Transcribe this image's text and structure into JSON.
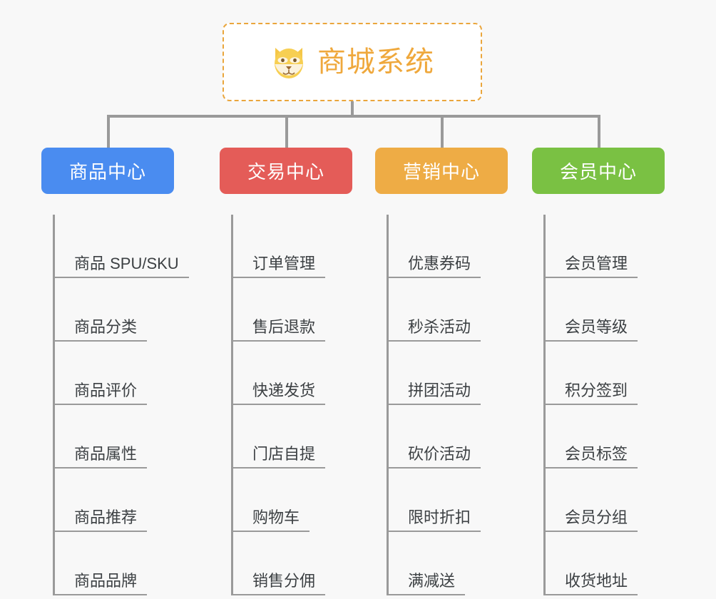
{
  "page": {
    "background_color": "#f8f8f8",
    "line_color": "#9a9a9a",
    "leaf_text_color": "#3c4043"
  },
  "root": {
    "title": "商城系统",
    "icon": "dog-face-emoji",
    "text_color": "#efa83c",
    "border_color": "#eaa63c",
    "background_color": "#ffffff"
  },
  "categories": [
    {
      "label": "商品中心",
      "color": "#4a8cf0",
      "items": [
        "商品 SPU/SKU",
        "商品分类",
        "商品评价",
        "商品属性",
        "商品推荐",
        "商品品牌"
      ]
    },
    {
      "label": "交易中心",
      "color": "#e45c58",
      "items": [
        "订单管理",
        "售后退款",
        "快递发货",
        "门店自提",
        "购物车",
        "销售分佣"
      ]
    },
    {
      "label": "营销中心",
      "color": "#eeac45",
      "items": [
        "优惠券码",
        "秒杀活动",
        "拼团活动",
        "砍价活动",
        "限时折扣",
        "满减送"
      ]
    },
    {
      "label": "会员中心",
      "color": "#7ac143",
      "items": [
        "会员管理",
        "会员等级",
        "积分签到",
        "会员标签",
        "会员分组",
        "收货地址"
      ]
    }
  ]
}
